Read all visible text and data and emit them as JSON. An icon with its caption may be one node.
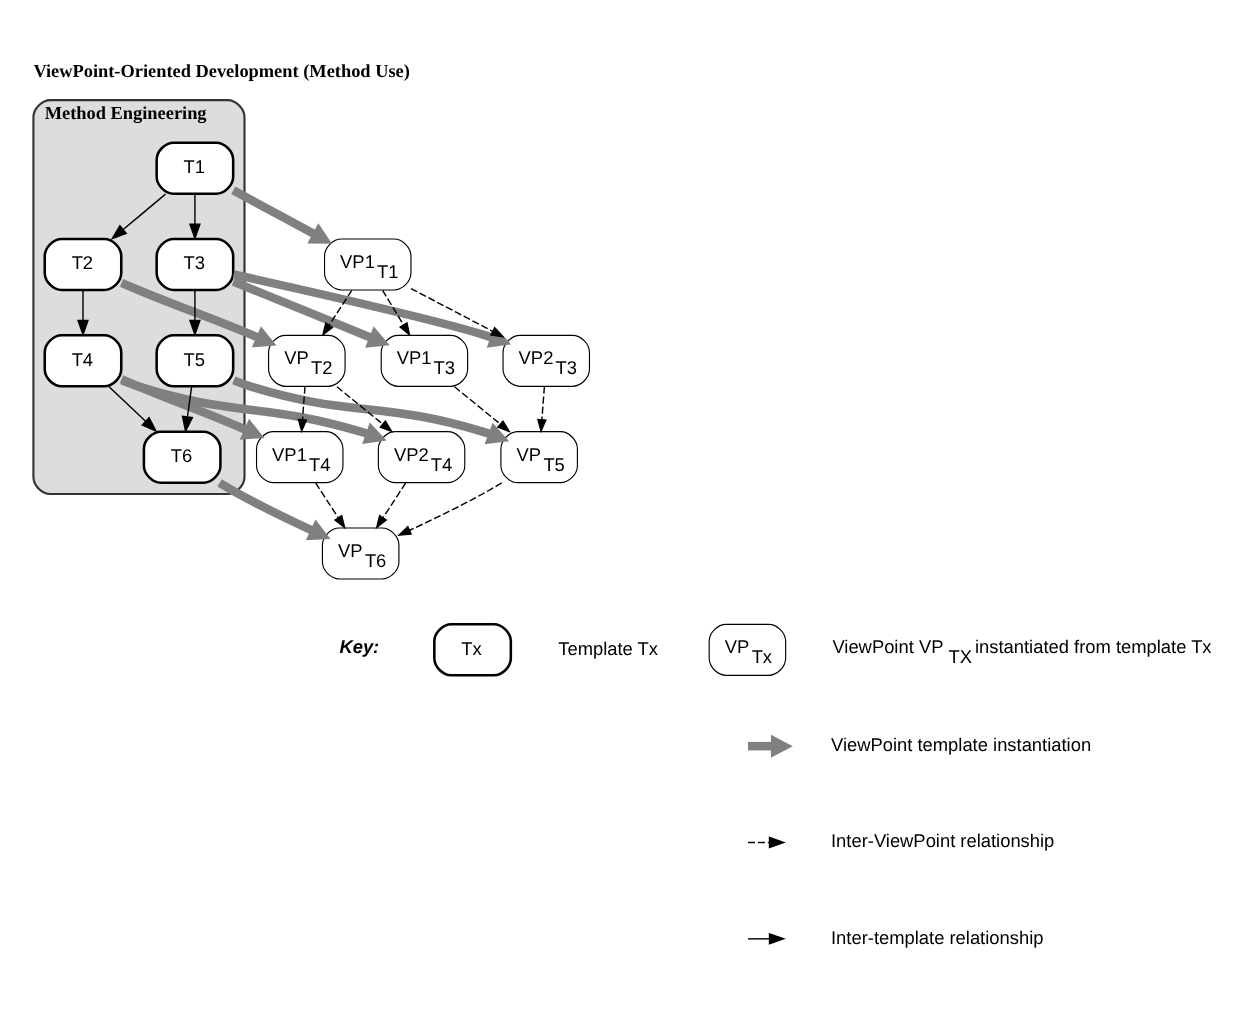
{
  "diagram": {
    "title": "ViewPoint-Oriented Development (Method Use)",
    "nodes": [
      {
        "text": [
          "Method Engineering"
        ]
      },
      {
        "text": [
          "T1"
        ],
        "in": 0
      },
      {
        "text": [
          "T2"
        ],
        "in": 0
      },
      {
        "text": [
          "T3"
        ],
        "in": 0
      },
      {
        "text": [
          "T4"
        ],
        "in": 0
      },
      {
        "text": [
          "T5"
        ],
        "in": 0
      },
      {
        "text": [
          "T6"
        ],
        "in": 0
      },
      {
        "text": [
          "VP1$_{T1}$"
        ]
      },
      {
        "text": [
          "VP$_{T2}$"
        ]
      },
      {
        "text": [
          "VP1$_{T3}$"
        ]
      },
      {
        "text": [
          "VP2$_{T3}$"
        ]
      },
      {
        "text": [
          "VP1$_{T4}$"
        ]
      },
      {
        "text": [
          "VP2$_{T4}$"
        ]
      },
      {
        "text": [
          "VP$_{T5}$"
        ]
      },
      {
        "text": [
          "VP$_{T6}$"
        ]
      },
      {
        "text": [
          "Tx"
        ],
        "beside": [
          "Template Tx"
        ]
      },
      {
        "text": [
          "VP$_{Tx}$"
        ],
        "beside": [
          "ViewPoint VP$_{TX}$ instantiated from template Tx"
        ]
      }
    ],
    "edges": [
      {
        "from": 1,
        "to": 7,
        "arrow": "to",
        "style": "thick",
        "color": "#808080"
      },
      {
        "from": 1,
        "to": 2,
        "arrow": "to"
      },
      {
        "from": 1,
        "to": 3,
        "arrow": "to"
      },
      {
        "from": 2,
        "to": 8,
        "arrow": "to",
        "style": "thick",
        "color": "#808080"
      },
      {
        "from": 3,
        "to": 9,
        "arrow": "to",
        "style": "thick",
        "color": "#808080"
      },
      {
        "from": 3,
        "to": 10,
        "arrow": "to",
        "style": "thick",
        "color": "#808080"
      },
      {
        "from": 2,
        "to": 4,
        "arrow": "to"
      },
      {
        "from": 3,
        "to": 5,
        "arrow": "to"
      },
      {
        "from": 4,
        "to": 11,
        "arrow": "to",
        "style": "thick",
        "color": "#808080"
      },
      {
        "from": 4,
        "to": 12,
        "arrow": "to",
        "style": "thick",
        "color": "#808080"
      },
      {
        "from": 5,
        "to": 13,
        "arrow": "to",
        "style": "thick",
        "color": "#808080"
      },
      {
        "from": 4,
        "to": 6,
        "arrow": "to"
      },
      {
        "from": 5,
        "to": 6,
        "arrow": "to"
      },
      {
        "from": 6,
        "to": 14,
        "arrow": "to",
        "style": "thick",
        "color": "#808080"
      },
      {
        "from": 7,
        "to": 8,
        "arrow": "to",
        "style": "dashed"
      },
      {
        "from": 7,
        "to": 9,
        "arrow": "to",
        "style": "dashed"
      },
      {
        "from": 7,
        "to": 10,
        "arrow": "to",
        "style": "dashed"
      },
      {
        "from": 8,
        "to": 11,
        "arrow": "to",
        "style": "dashed"
      },
      {
        "from": 8,
        "to": 12,
        "arrow": "to",
        "style": "dashed"
      },
      {
        "from": 9,
        "to": 13,
        "arrow": "to",
        "style": "dashed"
      },
      {
        "from": 10,
        "to": 13,
        "arrow": "to",
        "style": "dashed"
      },
      {
        "from": 11,
        "to": 14,
        "arrow": "to",
        "style": "dashed"
      },
      {
        "from": 12,
        "to": 14,
        "arrow": "to",
        "style": "dashed"
      },
      {
        "from": 13,
        "to": 14,
        "arrow": "to",
        "style": "dashed"
      }
    ],
    "labels": [
      "Key:"
    ],
    "legend": [
      {
        "text": "ViewPoint template instantiation"
      },
      {
        "text": "Inter-ViewPoint relationship"
      },
      {
        "text": "Inter-template relationship"
      }
    ]
  }
}
